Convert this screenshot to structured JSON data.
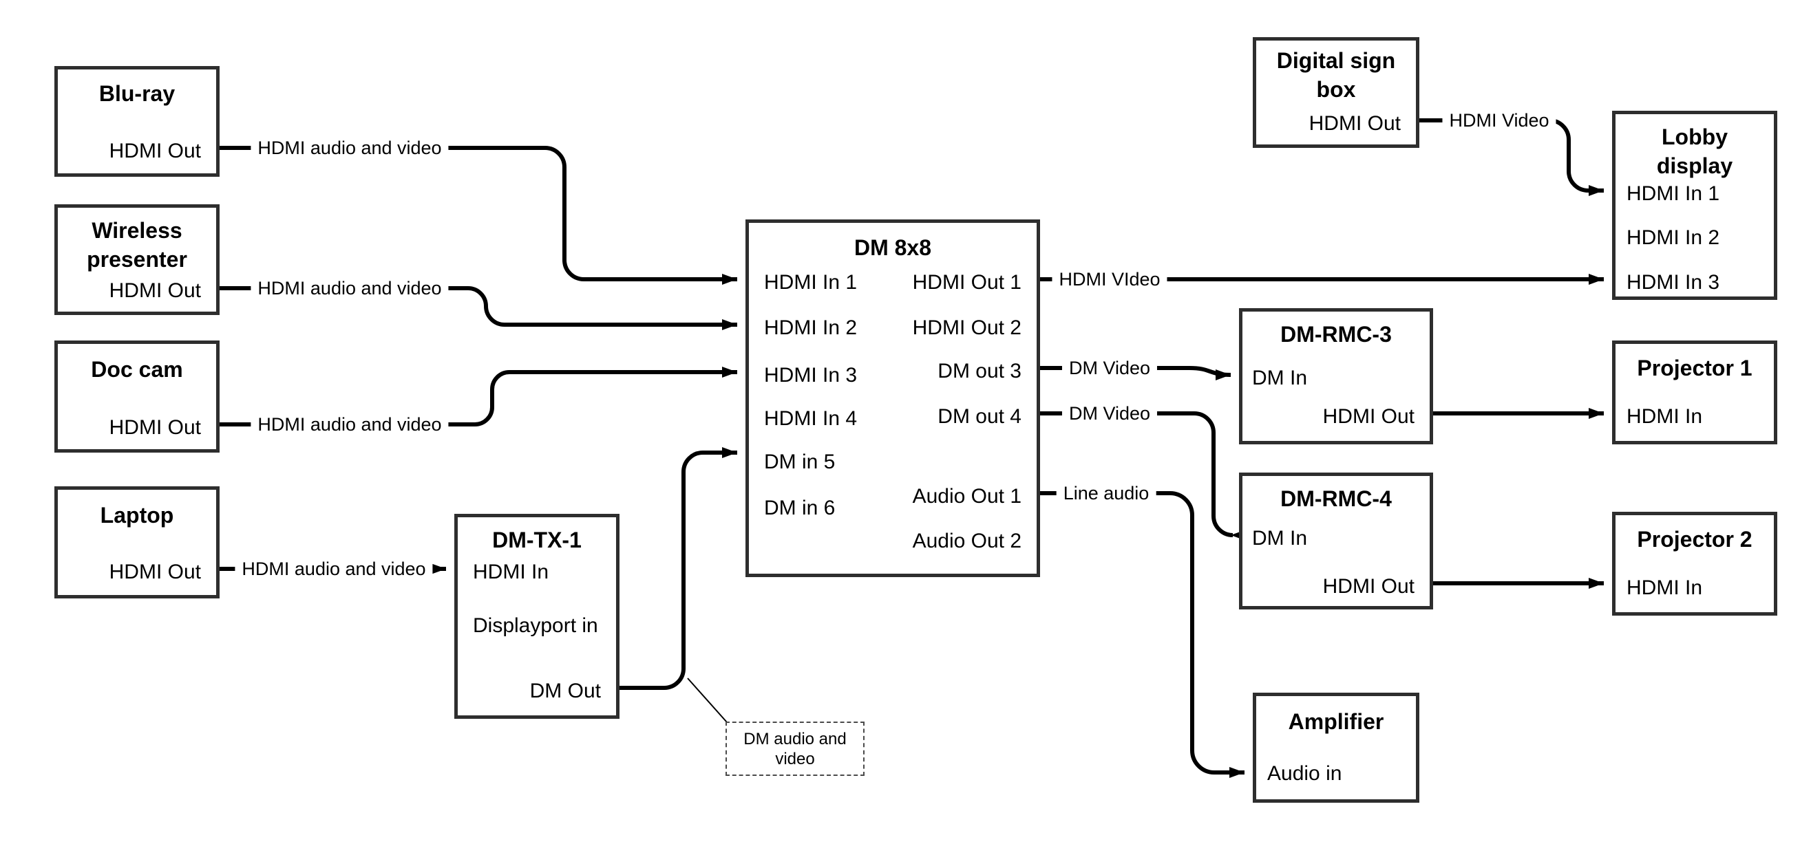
{
  "diagram": {
    "nodes": {
      "bluray": {
        "title": "Blu-ray",
        "ports": {
          "hdmi_out": "HDMI Out"
        }
      },
      "wireless": {
        "title": "Wireless presenter",
        "ports": {
          "hdmi_out": "HDMI Out"
        }
      },
      "doccam": {
        "title": "Doc cam",
        "ports": {
          "hdmi_out": "HDMI Out"
        }
      },
      "laptop": {
        "title": "Laptop",
        "ports": {
          "hdmi_out": "HDMI Out"
        }
      },
      "dmtx1": {
        "title": "DM-TX-1",
        "ports": {
          "hdmi_in": "HDMI In",
          "dp_in": "Displayport in",
          "dm_out": "DM Out"
        }
      },
      "dm8x8": {
        "title": "DM 8x8",
        "ports": {
          "in1": "HDMI In 1",
          "in2": "HDMI In 2",
          "in3": "HDMI In 3",
          "in4": "HDMI In 4",
          "in5": "DM in 5",
          "in6": "DM in 6",
          "out1": "HDMI Out 1",
          "out2": "HDMI Out 2",
          "out3": "DM out 3",
          "out4": "DM out 4",
          "aout1": "Audio Out 1",
          "aout2": "Audio Out 2"
        }
      },
      "digitalsign": {
        "title": "Digital sign box",
        "ports": {
          "hdmi_out": "HDMI Out"
        }
      },
      "lobby": {
        "title": "Lobby display",
        "ports": {
          "in1": "HDMI In 1",
          "in2": "HDMI In 2",
          "in3": "HDMI In 3"
        }
      },
      "dmrmc3": {
        "title": "DM-RMC-3",
        "ports": {
          "dm_in": "DM In",
          "hdmi_out": "HDMI Out"
        }
      },
      "proj1": {
        "title": "Projector 1",
        "ports": {
          "hdmi_in": "HDMI In"
        }
      },
      "dmrmc4": {
        "title": "DM-RMC-4",
        "ports": {
          "dm_in": "DM In",
          "hdmi_out": "HDMI Out"
        }
      },
      "proj2": {
        "title": "Projector 2",
        "ports": {
          "hdmi_in": "HDMI In"
        }
      },
      "amp": {
        "title": "Amplifier",
        "ports": {
          "audio_in": "Audio in"
        }
      }
    },
    "wire_labels": {
      "bluray_line": "HDMI audio and video",
      "wireless_line": "HDMI audio and video",
      "doccam_line": "HDMI audio and video",
      "laptop_line": "HDMI audio and video",
      "hdmi_out1_line": "HDMI VIdeo",
      "digitalsign_line": "HDMI Video",
      "dmout3_line": "DM Video",
      "dmout4_line": "DM Video",
      "audioout1_line": "Line audio"
    },
    "callout_text": "DM audio and video",
    "colors": {
      "line": "#000000",
      "box_border": "#2e2e2e",
      "background": "#ffffff",
      "text": "#000000"
    }
  }
}
